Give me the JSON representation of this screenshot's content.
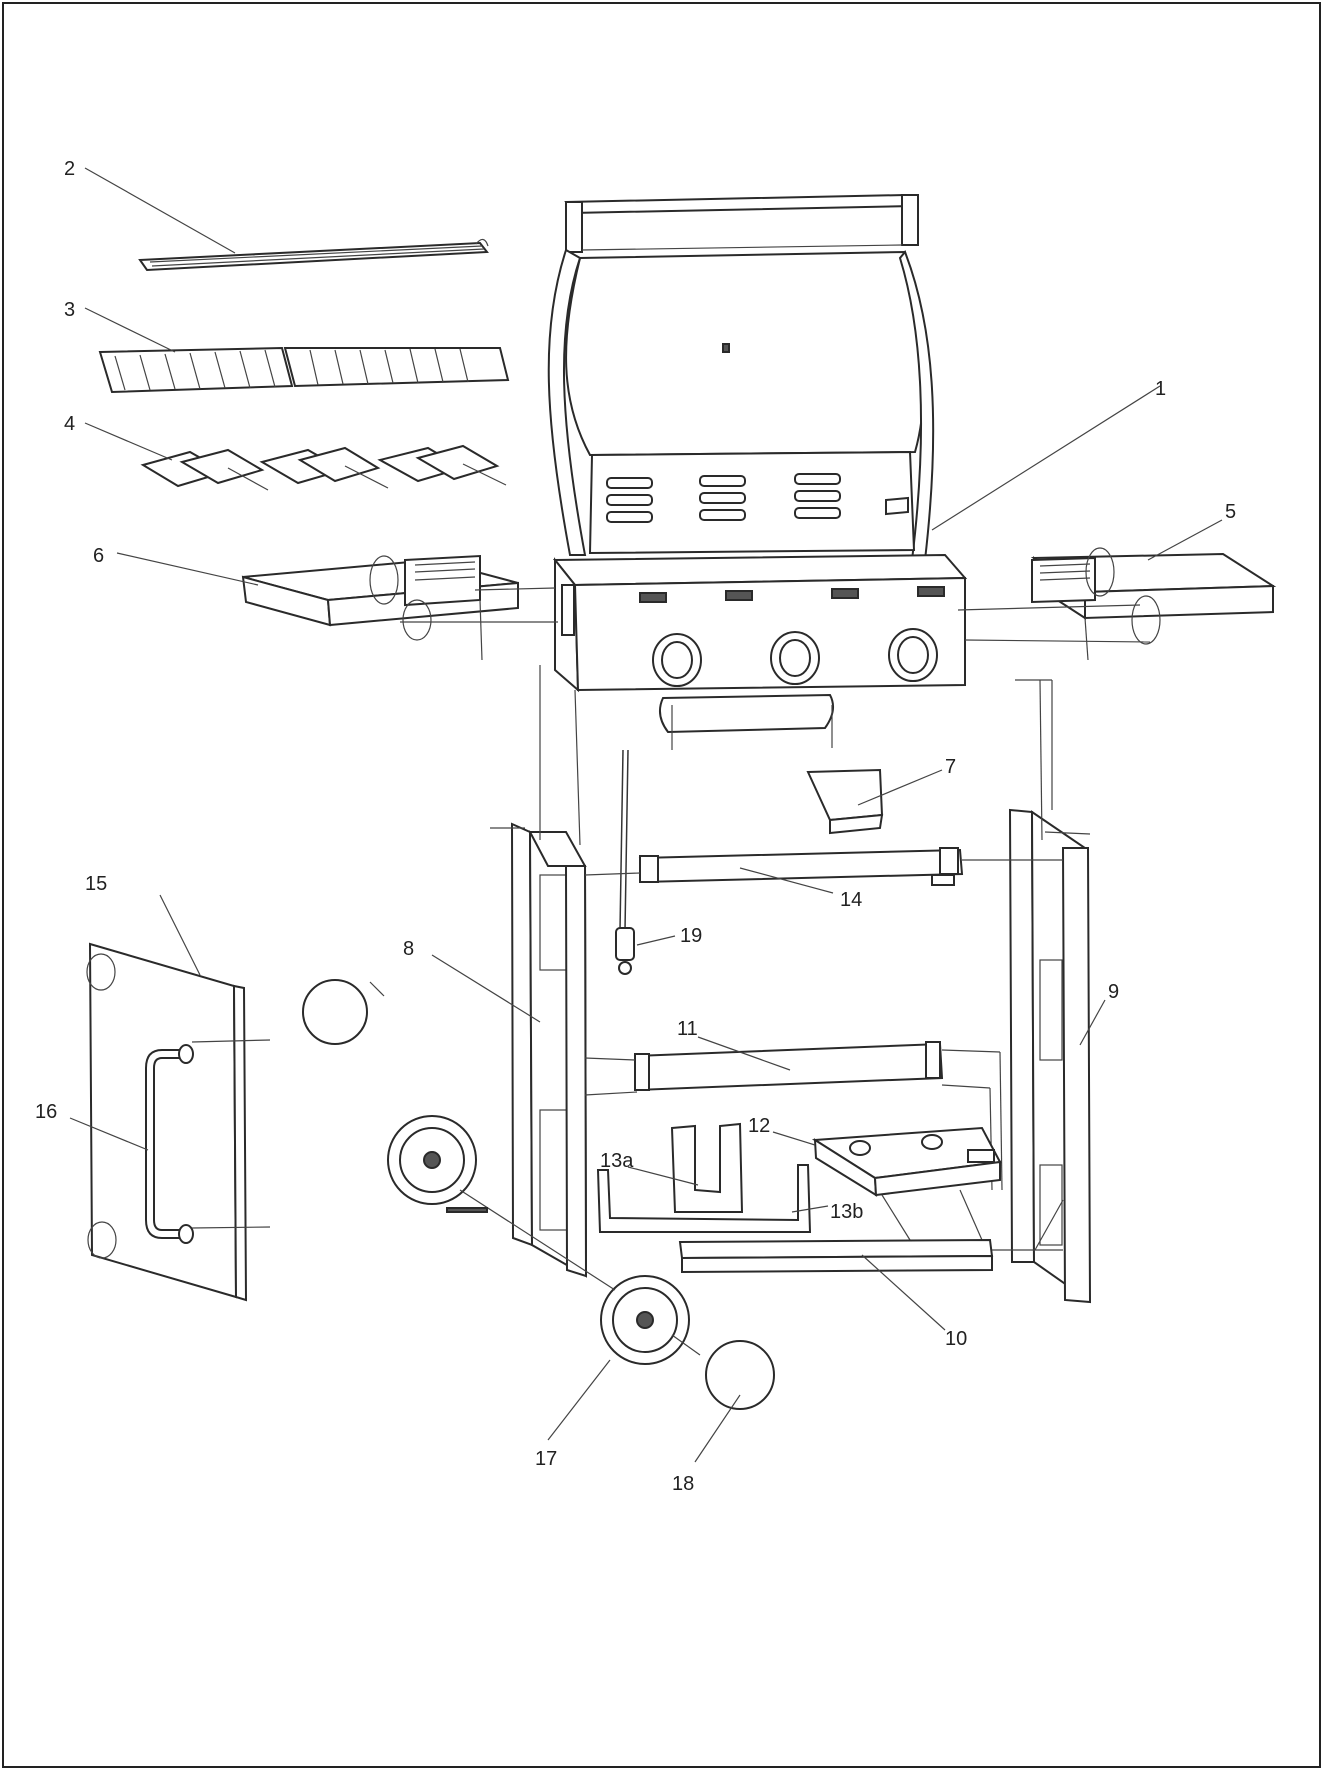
{
  "labels": {
    "p1": "1",
    "p2": "2",
    "p3": "3",
    "p4": "4",
    "p5": "5",
    "p6": "6",
    "p7": "7",
    "p8": "8",
    "p9": "9",
    "p10": "10",
    "p11": "11",
    "p12": "12",
    "p13a": "13a",
    "p13b": "13b",
    "p14": "14",
    "p15": "15",
    "p16": "16",
    "p17": "17",
    "p18": "18",
    "p19": "19"
  },
  "colors": {
    "line": "#333333",
    "frame": "#222222",
    "fill": "#ffffff"
  }
}
